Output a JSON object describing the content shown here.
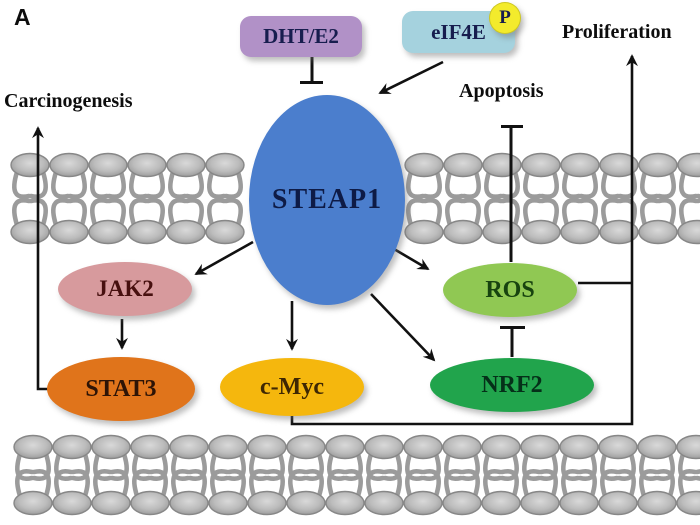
{
  "figure": {
    "panel_label": "A",
    "labels": {
      "carcinogenesis": "Carcinogenesis",
      "apoptosis": "Apoptosis",
      "proliferation": "Proliferation"
    },
    "nodes": {
      "dht_e2": {
        "label": "DHT/E2",
        "shape": "rounded-rect",
        "fill": "#b191c7",
        "text_color": "#171d4e"
      },
      "eif4e": {
        "label": "eIF4E",
        "shape": "rounded-rect",
        "fill": "#a5d2de",
        "text_color": "#171d4e"
      },
      "p_badge": {
        "label": "P",
        "shape": "circle",
        "fill": "#f3eb2c",
        "text_color": "#171d4e"
      },
      "steap1": {
        "label": "STEAP1",
        "shape": "ellipse",
        "fill": "#4b7ecd",
        "text_color": "#0e1b46"
      },
      "jak2": {
        "label": "JAK2",
        "shape": "ellipse",
        "fill": "#d79a9d",
        "text_color": "#47100f"
      },
      "stat3": {
        "label": "STAT3",
        "shape": "ellipse",
        "fill": "#e0741b",
        "text_color": "#2e1406"
      },
      "c_myc": {
        "label": "c-Myc",
        "shape": "ellipse",
        "fill": "#f5b70d",
        "text_color": "#3e2703"
      },
      "ros": {
        "label": "ROS",
        "shape": "ellipse",
        "fill": "#90c853",
        "text_color": "#17430f"
      },
      "nrf2": {
        "label": "NRF2",
        "shape": "ellipse",
        "fill": "#21a44c",
        "text_color": "#053019"
      }
    },
    "edges": [
      {
        "from": "DHT/E2",
        "to": "STEAP1",
        "effect": "inhibits"
      },
      {
        "from": "eIF4E",
        "to": "STEAP1",
        "effect": "activates"
      },
      {
        "from": "STEAP1",
        "to": "JAK2",
        "effect": "activates"
      },
      {
        "from": "JAK2",
        "to": "STAT3",
        "effect": "activates"
      },
      {
        "from": "STAT3",
        "to": "Carcinogenesis",
        "effect": "promotes"
      },
      {
        "from": "STEAP1",
        "to": "c-Myc",
        "effect": "activates"
      },
      {
        "from": "c-Myc",
        "to": "Proliferation",
        "effect": "promotes"
      },
      {
        "from": "STEAP1",
        "to": "NRF2",
        "effect": "activates"
      },
      {
        "from": "NRF2",
        "to": "ROS",
        "effect": "inhibits"
      },
      {
        "from": "STEAP1",
        "to": "ROS",
        "effect": "activates"
      },
      {
        "from": "ROS",
        "to": "Proliferation",
        "effect": "promotes"
      },
      {
        "from": "ROS",
        "to": "Apoptosis",
        "effect": "inhibits"
      }
    ],
    "colors": {
      "line": "#111111",
      "membrane_head_stroke": "#878787",
      "membrane_tail": "#9b9b9b",
      "background": "#ffffff"
    }
  }
}
